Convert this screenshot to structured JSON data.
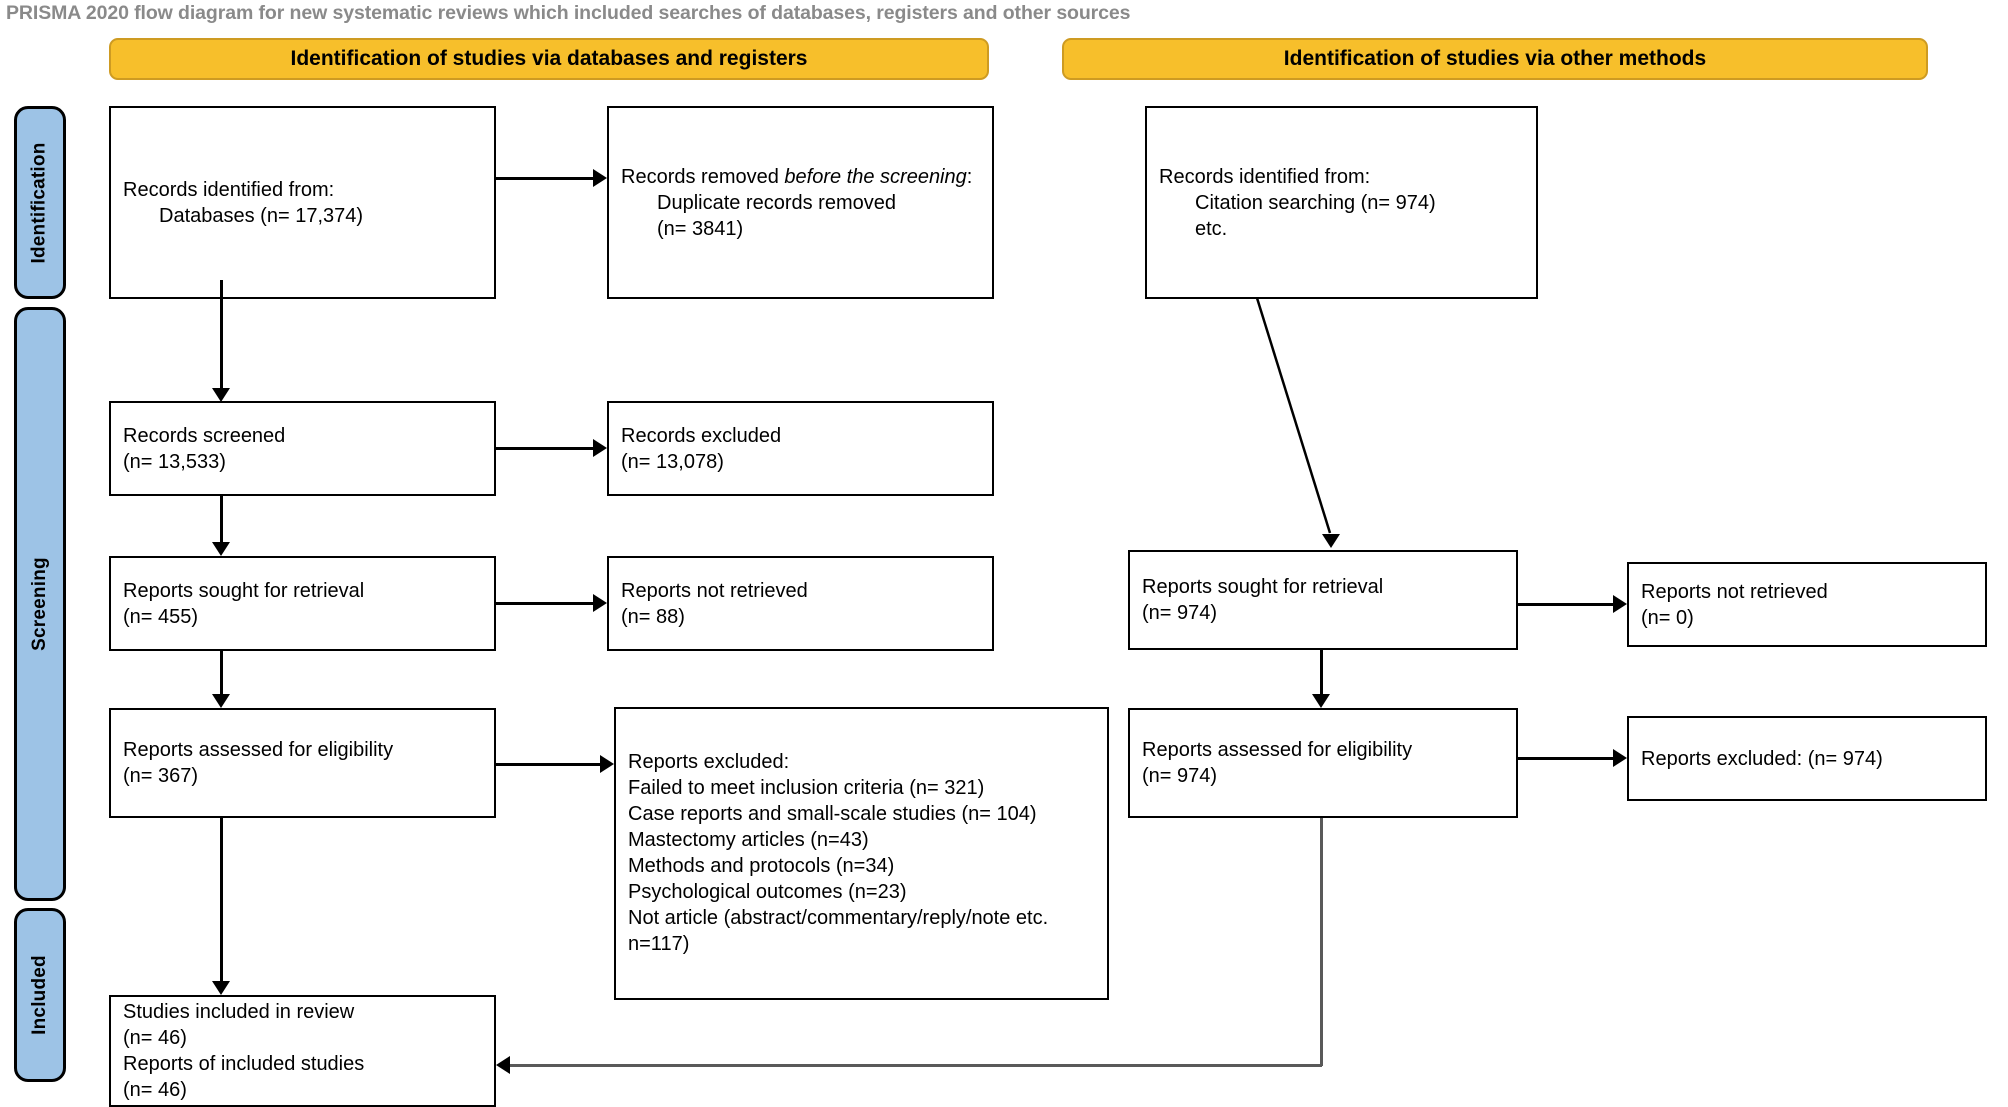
{
  "title": "PRISMA 2020 flow diagram for new systematic reviews which included searches of databases, registers and other sources",
  "colors": {
    "header_fill": "#F7BF2B",
    "header_border": "#CE9B22",
    "stage_fill": "#9DC3E6",
    "stage_border": "#000000",
    "box_border": "#000000",
    "title_text": "#8A8A8A",
    "connector": "#000000",
    "connector_gray": "#595959"
  },
  "stages": [
    {
      "label": "Identification"
    },
    {
      "label": "Screening"
    },
    {
      "label": "Included"
    }
  ],
  "sections": [
    {
      "label": "Identification of studies via databases and registers"
    },
    {
      "label": "Identification of studies via other methods"
    }
  ],
  "boxes": {
    "db_identified": {
      "line1": "Records identified from:",
      "line2": "Databases (n= 17,374)"
    },
    "db_removed": {
      "line1_a": "Records removed ",
      "line1_b": "before the screening",
      "line1_c": ":",
      "line2": "Duplicate records removed",
      "line3": "(n= 3841)"
    },
    "other_identified": {
      "line1": "Records identified from:",
      "line2": "Citation searching (n= 974)",
      "line3": "etc."
    },
    "records_screened": {
      "line1": "Records screened",
      "line2": "(n= 13,533)"
    },
    "records_excluded": {
      "line1": "Records excluded",
      "line2": "(n= 13,078)"
    },
    "db_reports_sought": {
      "line1": "Reports sought for retrieval",
      "line2": "(n= 455)"
    },
    "db_reports_not_retrieved": {
      "line1": "Reports not retrieved",
      "line2": "(n= 88)"
    },
    "db_reports_assessed": {
      "line1": "Reports assessed for eligibility",
      "line2": "(n= 367)"
    },
    "db_reports_excluded": {
      "line1": "Reports excluded:",
      "line2": "Failed to meet inclusion criteria (n= 321)",
      "line3": "Case reports and small-scale studies (n= 104)",
      "line4": "Mastectomy articles (n=43)",
      "line5": "Methods and protocols (n=34)",
      "line6": "Psychological outcomes (n=23)",
      "line7": "Not article (abstract/commentary/reply/note etc. n=117)"
    },
    "other_reports_sought": {
      "line1": "Reports sought for retrieval",
      "line2": "(n= 974)"
    },
    "other_reports_not_retrieved": {
      "line1": "Reports not retrieved",
      "line2": "(n= 0)"
    },
    "other_reports_assessed": {
      "line1": "Reports assessed for eligibility",
      "line2": "(n= 974)"
    },
    "other_reports_excluded": {
      "line1": "Reports excluded: (n= 974)"
    },
    "included": {
      "line1": "Studies included in review",
      "line2": "(n= 46)",
      "line3": "Reports of included studies",
      "line4": "(n= 46)"
    }
  },
  "chart_data": {
    "type": "diagram",
    "title": "PRISMA 2020 flow diagram for new systematic reviews which included searches of databases, registers and other sources",
    "nodes": [
      {
        "id": "db_identified",
        "stage": "Identification",
        "column": "databases",
        "label": "Records identified from: Databases",
        "n": 17374
      },
      {
        "id": "db_removed",
        "stage": "Identification",
        "column": "databases",
        "label": "Records removed before the screening: Duplicate records removed",
        "n": 3841
      },
      {
        "id": "other_identified",
        "stage": "Identification",
        "column": "other",
        "label": "Records identified from: Citation searching etc.",
        "n": 974
      },
      {
        "id": "records_screened",
        "stage": "Screening",
        "column": "databases",
        "label": "Records screened",
        "n": 13533
      },
      {
        "id": "records_excluded",
        "stage": "Screening",
        "column": "databases",
        "label": "Records excluded",
        "n": 13078
      },
      {
        "id": "db_reports_sought",
        "stage": "Screening",
        "column": "databases",
        "label": "Reports sought for retrieval",
        "n": 455
      },
      {
        "id": "db_reports_not_retrieved",
        "stage": "Screening",
        "column": "databases",
        "label": "Reports not retrieved",
        "n": 88
      },
      {
        "id": "db_reports_assessed",
        "stage": "Screening",
        "column": "databases",
        "label": "Reports assessed for eligibility",
        "n": 367
      },
      {
        "id": "db_reports_excluded",
        "stage": "Screening",
        "column": "databases",
        "label": "Reports excluded",
        "breakdown": [
          {
            "reason": "Failed to meet inclusion criteria",
            "n": 321
          },
          {
            "reason": "Case reports and small-scale studies",
            "n": 104
          },
          {
            "reason": "Mastectomy articles",
            "n": 43
          },
          {
            "reason": "Methods and protocols",
            "n": 34
          },
          {
            "reason": "Psychological outcomes",
            "n": 23
          },
          {
            "reason": "Not article (abstract/commentary/reply/note etc.)",
            "n": 117
          }
        ]
      },
      {
        "id": "other_reports_sought",
        "stage": "Screening",
        "column": "other",
        "label": "Reports sought for retrieval",
        "n": 974
      },
      {
        "id": "other_reports_not_retrieved",
        "stage": "Screening",
        "column": "other",
        "label": "Reports not retrieved",
        "n": 0
      },
      {
        "id": "other_reports_assessed",
        "stage": "Screening",
        "column": "other",
        "label": "Reports assessed for eligibility",
        "n": 974
      },
      {
        "id": "other_reports_excluded",
        "stage": "Screening",
        "column": "other",
        "label": "Reports excluded",
        "n": 974
      },
      {
        "id": "included",
        "stage": "Included",
        "column": "databases",
        "label": "Studies included in review / Reports of included studies",
        "n": 46
      }
    ],
    "edges": [
      {
        "from": "db_identified",
        "to": "db_removed"
      },
      {
        "from": "db_identified",
        "to": "records_screened"
      },
      {
        "from": "records_screened",
        "to": "records_excluded"
      },
      {
        "from": "records_screened",
        "to": "db_reports_sought"
      },
      {
        "from": "db_reports_sought",
        "to": "db_reports_not_retrieved"
      },
      {
        "from": "db_reports_sought",
        "to": "db_reports_assessed"
      },
      {
        "from": "db_reports_assessed",
        "to": "db_reports_excluded"
      },
      {
        "from": "db_reports_assessed",
        "to": "included"
      },
      {
        "from": "other_identified",
        "to": "other_reports_sought"
      },
      {
        "from": "other_reports_sought",
        "to": "other_reports_not_retrieved"
      },
      {
        "from": "other_reports_sought",
        "to": "other_reports_assessed"
      },
      {
        "from": "other_reports_assessed",
        "to": "other_reports_excluded"
      },
      {
        "from": "other_reports_assessed",
        "to": "included"
      }
    ]
  }
}
